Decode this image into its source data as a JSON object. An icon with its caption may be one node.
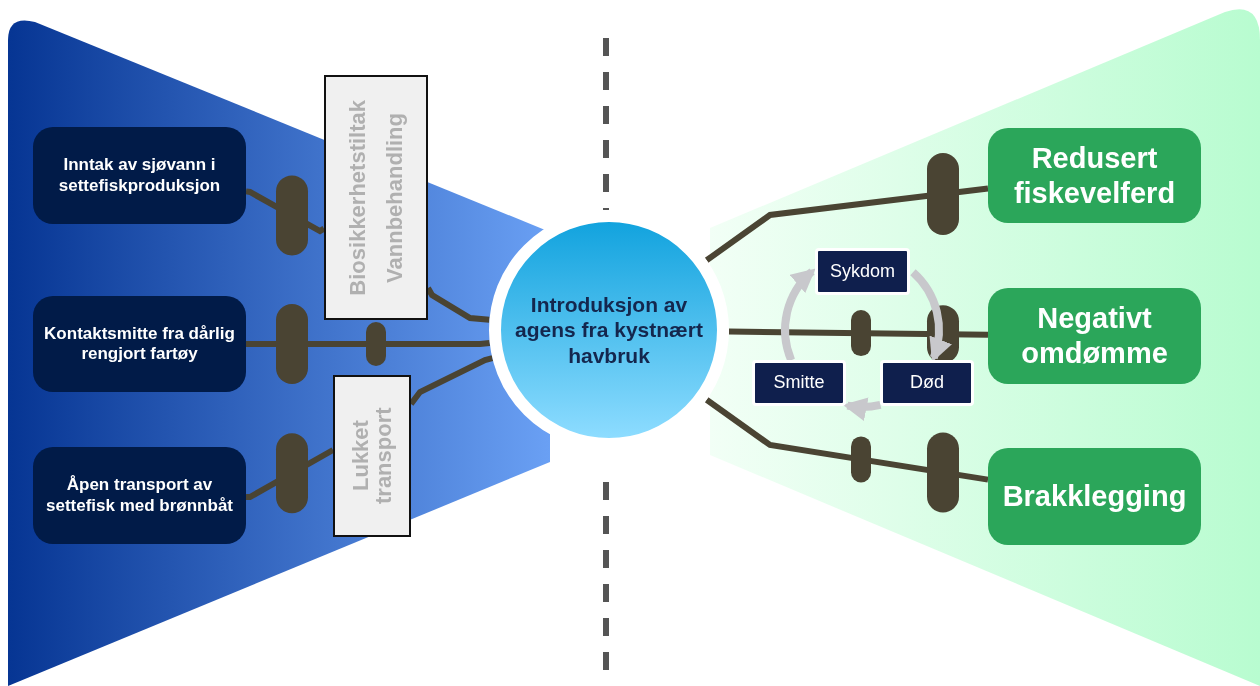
{
  "diagram": {
    "nodes": [
      {
        "text": [
          "Inntak av sjøvann i settefiskproduksjon"
        ]
      },
      {
        "text": [
          "Kontaktsmitte fra dårlig rengjort fartøy"
        ]
      },
      {
        "text": [
          "Åpen transport av settefisk med brønnbåt"
        ]
      },
      {
        "text": [
          "Biosikkerhetstiltak",
          "Vannbehandling"
        ]
      },
      {
        "text": [
          "Lukket transport"
        ]
      },
      {
        "text": [
          "Introduksjon av agens fra kystnært havbruk"
        ]
      },
      {
        "text": [
          "Redusert fiskevelferd"
        ]
      },
      {
        "text": [
          "Negativt omdømme"
        ]
      },
      {
        "text": [
          "Brakklegging"
        ]
      },
      {
        "text": [
          "Sykdom"
        ]
      },
      {
        "text": [
          "Død"
        ]
      },
      {
        "text": [
          "Smitte"
        ]
      }
    ],
    "edges": [
      {
        "from": 0,
        "to": 3,
        "arrow": "none"
      },
      {
        "from": 3,
        "to": 5,
        "arrow": "none"
      },
      {
        "from": 1,
        "to": 5,
        "arrow": "none"
      },
      {
        "from": 2,
        "to": 4,
        "arrow": "none"
      },
      {
        "from": 4,
        "to": 5,
        "arrow": "none"
      },
      {
        "from": 5,
        "to": 6,
        "arrow": "none"
      },
      {
        "from": 5,
        "to": 7,
        "arrow": "none"
      },
      {
        "from": 5,
        "to": 8,
        "arrow": "none"
      },
      {
        "from": 11,
        "to": 9,
        "arrow": "to",
        "color": "#c8c8cc"
      },
      {
        "from": 9,
        "to": 10,
        "arrow": "to",
        "color": "#c8c8cc"
      },
      {
        "from": 10,
        "to": 11,
        "arrow": "to",
        "color": "#c8c8cc"
      }
    ]
  }
}
